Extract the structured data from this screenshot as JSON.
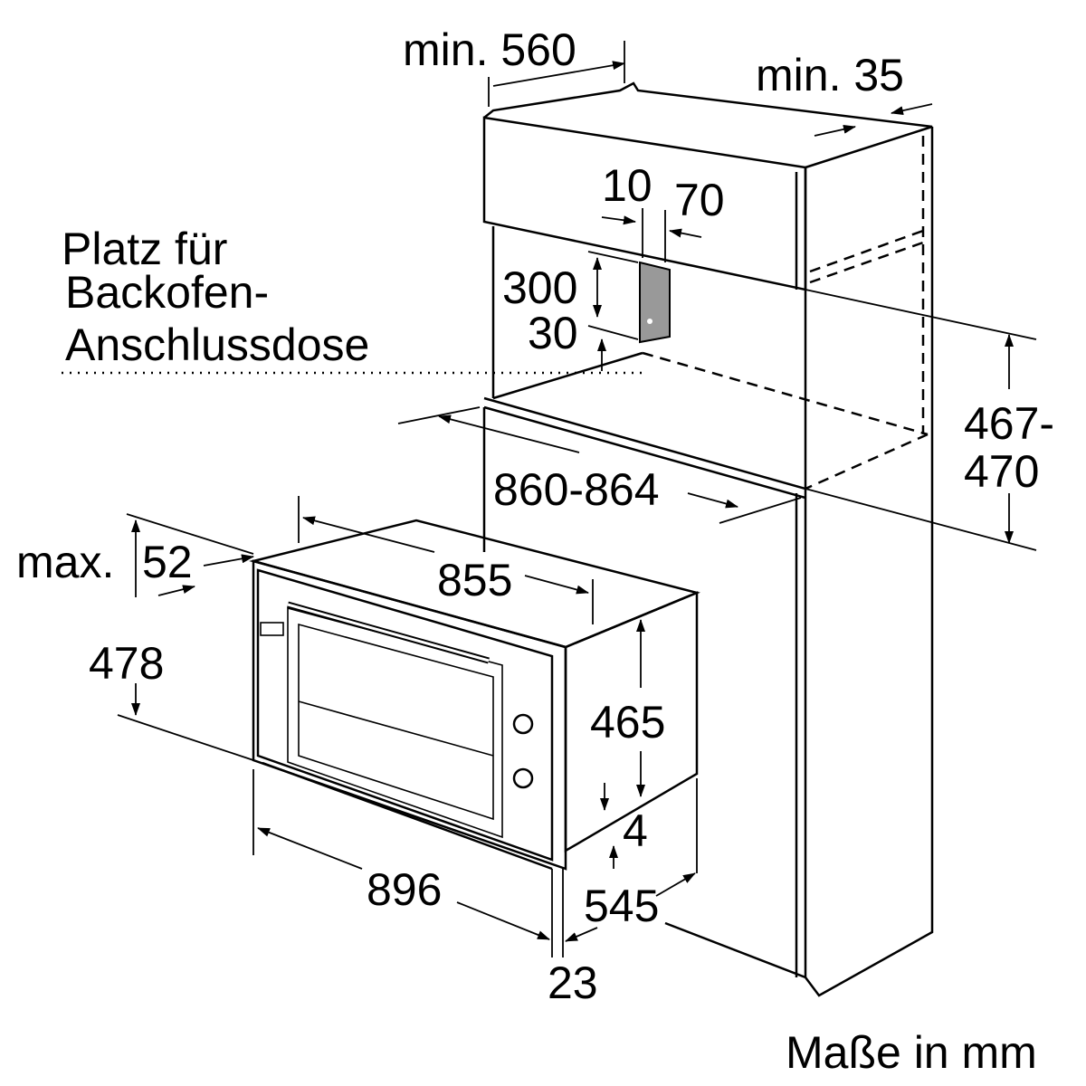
{
  "labels": {
    "min_560": "min. 560",
    "min_35": "min. 35",
    "d10": "10",
    "d70": "70",
    "socket_line1": "Platz für",
    "socket_line2": "Backofen-",
    "socket_line3": "Anschlussdose",
    "d300": "300",
    "d30": "30",
    "d467": "467-",
    "d470": "470",
    "d860": "860-864",
    "max": "max.",
    "d52": "52",
    "d855": "855",
    "d478": "478",
    "d465": "465",
    "d4": "4",
    "d896": "896",
    "d545": "545",
    "d23": "23",
    "units": "Maße in mm"
  }
}
